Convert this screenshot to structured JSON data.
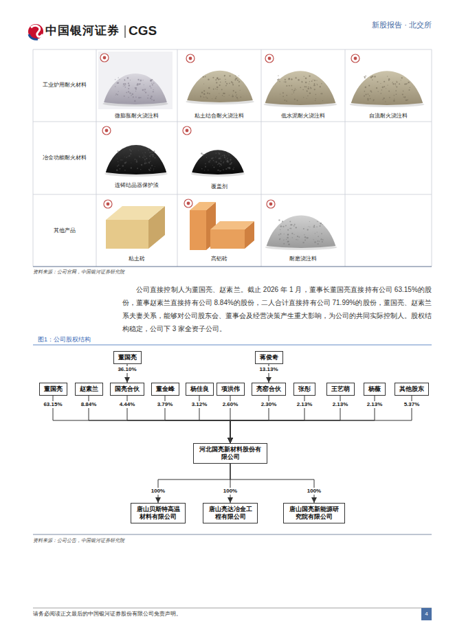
{
  "diagram": {
    "title": "图1：公司股权结构",
    "caption": "资料来源：公司公告，中国银河证券研究院",
    "nodes": [
      {
        "text": [
          "董国亮"
        ]
      },
      {
        "text": [
          "蒋俊奇"
        ]
      },
      {
        "text": [
          "董国亮"
        ]
      },
      {
        "text": [
          "赵素兰"
        ]
      },
      {
        "text": [
          "国亮合伙"
        ]
      },
      {
        "text": [
          "董金峰"
        ]
      },
      {
        "text": [
          "杨佳良"
        ]
      },
      {
        "text": [
          "项洪伟"
        ]
      },
      {
        "text": [
          "亮窑合伙"
        ]
      },
      {
        "text": [
          "张彤"
        ]
      },
      {
        "text": [
          "王艺萌"
        ]
      },
      {
        "text": [
          "杨薇"
        ]
      },
      {
        "text": [
          "其他股东"
        ]
      },
      {
        "text": [
          "河北国亮新材料股份有限公司"
        ]
      },
      {
        "text": [
          "唐山贝斯特高温材料有限公司"
        ]
      },
      {
        "text": [
          "唐山亮达冶金工程有限公司"
        ]
      },
      {
        "text": [
          "唐山国亮新能源研究院有限公司"
        ]
      }
    ],
    "edges": [
      {
        "from": 0,
        "to": 4,
        "label": "36.10%",
        "arrow": "to"
      },
      {
        "from": 1,
        "to": 8,
        "label": "13.13%",
        "arrow": "to"
      },
      {
        "from": 2,
        "to": 13,
        "label": "63.15%",
        "arrow": "to"
      },
      {
        "from": 3,
        "to": 13,
        "label": "8.84%",
        "arrow": "to"
      },
      {
        "from": 4,
        "to": 13,
        "label": "4.44%",
        "arrow": "to"
      },
      {
        "from": 5,
        "to": 13,
        "label": "3.79%",
        "arrow": "to"
      },
      {
        "from": 6,
        "to": 13,
        "label": "3.12%",
        "arrow": "to"
      },
      {
        "from": 7,
        "to": 13,
        "label": "2.60%",
        "arrow": "to"
      },
      {
        "from": 8,
        "to": 13,
        "label": "2.30%",
        "arrow": "to"
      },
      {
        "from": 9,
        "to": 13,
        "label": "2.13%",
        "arrow": "to"
      },
      {
        "from": 10,
        "to": 13,
        "label": "2.13%",
        "arrow": "to"
      },
      {
        "from": 11,
        "to": 13,
        "label": "2.13%",
        "arrow": "to"
      },
      {
        "from": 12,
        "to": 13,
        "label": "5.37%",
        "arrow": "to"
      },
      {
        "from": 13,
        "to": 14,
        "label": "100%",
        "arrow": "to"
      },
      {
        "from": 13,
        "to": 15,
        "label": "100%",
        "arrow": "to"
      },
      {
        "from": 13,
        "to": 16,
        "label": "100%",
        "arrow": "to"
      }
    ],
    "labels": [
      "中国银河证券",
      "CGS",
      "新股报告 · 北交所",
      "工业炉用耐火材料",
      "微膨胀耐火浇注料",
      "粘土结合耐火浇注料",
      "低水泥耐火浇注料",
      "自流耐火浇注料",
      "冶金功能耐火材料",
      "连铸结晶器保护渣",
      "覆盖剂",
      "其他产品",
      "粘土砖",
      "高铝砖",
      "耐磨浇注料",
      "资料来源：公司官网，中国银河证券研究院",
      "公司直接控制人为董国亮、赵素兰。截止 2026 年 1 月，董事长董国亮直接持有公司 63.15%的股份，董事赵素兰直接持有公司 8.84%的股份，二人合计直接持有公司 71.99%的股份，董国亮、赵素兰系夫妻关系，能够对公司股东会、董事会及经营决策产生重大影响，为公司的共同实际控制人。股权结构稳定，公司下 3 家全资子公司。",
      "请务必阅读正文最后的中国银河证券股份有限公司免责声明。",
      "4"
    ]
  }
}
